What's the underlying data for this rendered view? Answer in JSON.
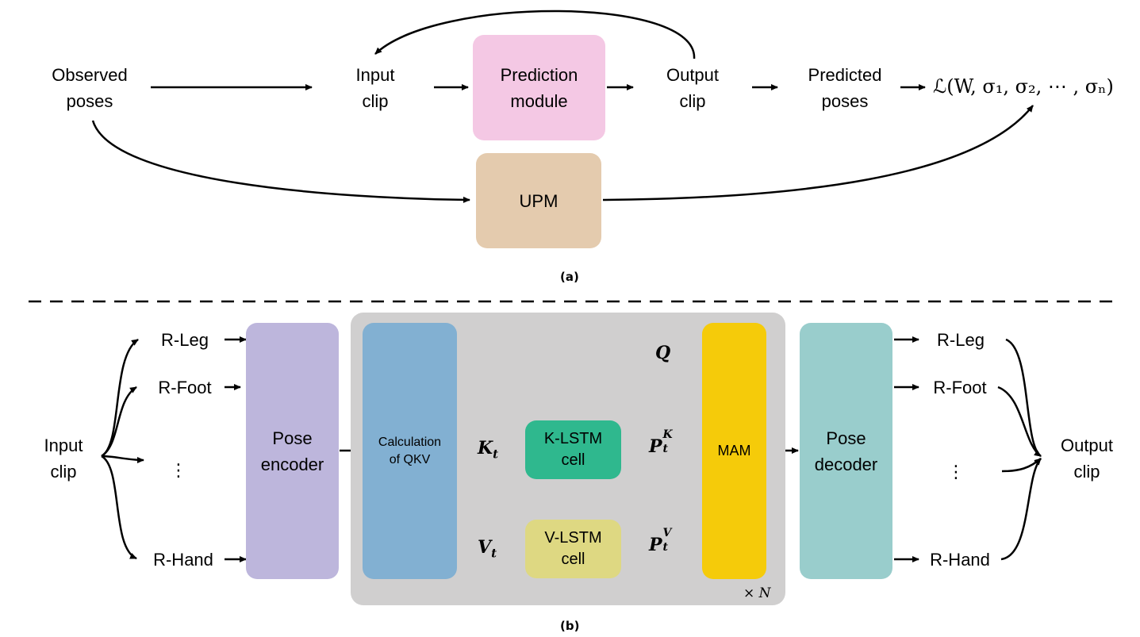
{
  "part_a": {
    "observed_poses": "Observed\nposes",
    "input_clip": "Input\nclip",
    "prediction_module": "Prediction\nmodule",
    "output_clip": "Output\nclip",
    "predicted_poses": "Predicted\nposes",
    "upm": "UPM",
    "loss": "ℒ(W, σ₁, σ₂, ⋯ , σₙ)",
    "caption": "(a)"
  },
  "part_b": {
    "input_clip": "Input\nclip",
    "inputs": [
      "R-Leg",
      "R-Foot",
      "⋮",
      "R-Hand"
    ],
    "pose_encoder": "Pose\nencoder",
    "calc_qkv": "Calculation\nof QKV",
    "q": "Q",
    "k": "K",
    "k_sub": "t",
    "v": "V",
    "v_sub": "t",
    "k_lstm": "K-LSTM\ncell",
    "v_lstm": "V-LSTM\ncell",
    "p": "P",
    "pk_sup": "K",
    "pv_sup": "V",
    "p_sub": "t",
    "mam": "MAM",
    "times_n": "× N",
    "pose_decoder": "Pose\ndecoder",
    "outputs": [
      "R-Leg",
      "R-Foot",
      "⋮",
      "R-Hand"
    ],
    "output_clip": "Output\nclip",
    "caption": "(b)"
  },
  "colors": {
    "prediction_module": "#f4c8e4",
    "upm": "#e4cbae",
    "pose_encoder": "#bdb6dc",
    "calc_qkv": "#82b0d2",
    "k_lstm": "#2fb88e",
    "v_lstm": "#ded882",
    "mam": "#f5cb0a",
    "pose_decoder": "#99cdcc",
    "gray_block": "#d0cfcf",
    "loop_arrow": "#3a6ec0"
  }
}
